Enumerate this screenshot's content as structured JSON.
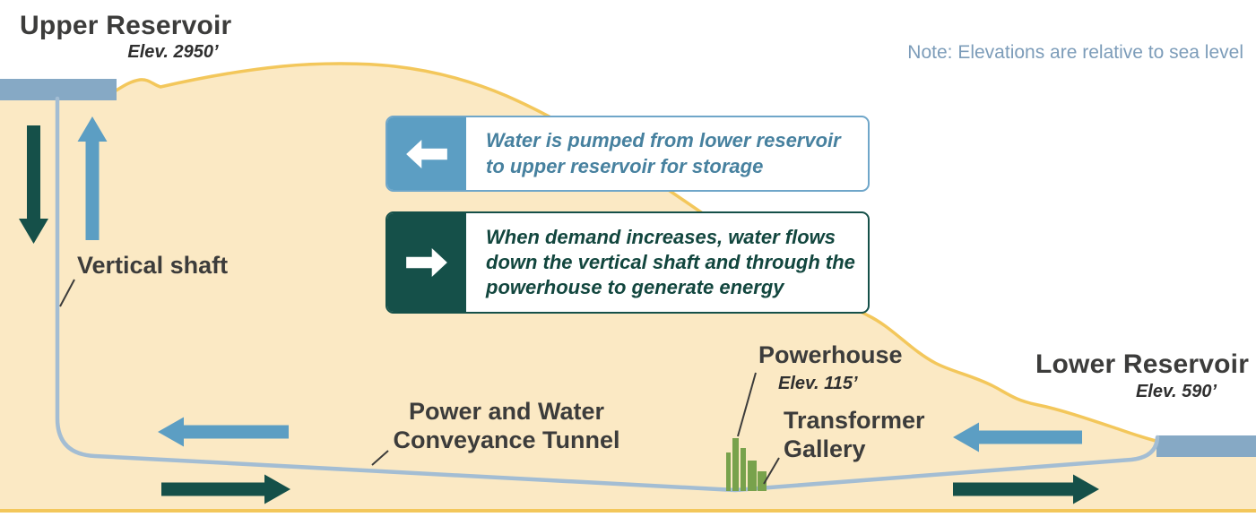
{
  "header": {
    "note": "Note: Elevations are relative to sea level"
  },
  "labels": {
    "upper_reservoir_title": "Upper Reservoir",
    "upper_reservoir_elev": "Elev. 2950’",
    "lower_reservoir_title": "Lower Reservoir",
    "lower_reservoir_elev": "Elev. 590’",
    "vertical_shaft": "Vertical shaft",
    "powerhouse_title": "Powerhouse",
    "powerhouse_elev": "Elev. 115’",
    "tunnel_line1": "Power and Water",
    "tunnel_line2": "Conveyance Tunnel",
    "transformer_line1": "Transformer",
    "transformer_line2": "Gallery"
  },
  "legend": {
    "pump": {
      "icon": "left-arrow-icon",
      "text": "Water is pumped from lower reservoir to upper reservoir for storage"
    },
    "generate": {
      "icon": "right-arrow-icon",
      "text": "When demand increases, water flows down the vertical shaft and through the powerhouse to generate energy"
    }
  },
  "colors": {
    "terrain_fill": "#FBE9C4",
    "terrain_stroke": "#F3C75B",
    "water": "#86A9C5",
    "pump_blue": "#5C9EC3",
    "generate_teal": "#155049",
    "tunnel_line": "#A3BDD3",
    "powerhouse_green": "#78A24C",
    "label_dark": "#3C3C3B",
    "note_blue": "#7C9CB9",
    "legend_pump_text": "#47819F",
    "legend_generate_text": "#12463E"
  }
}
